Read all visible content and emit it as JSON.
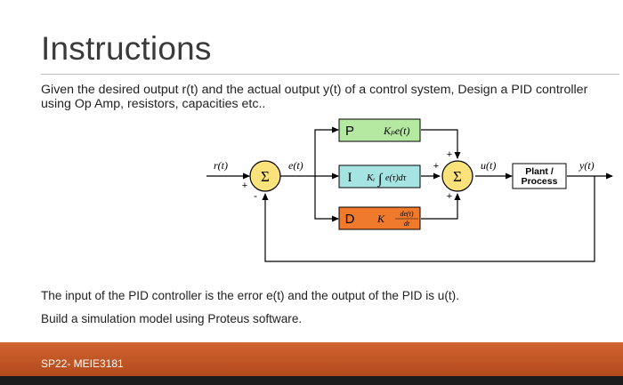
{
  "slide": {
    "title": "Instructions",
    "description": "Given the desired output r(t) and the actual output y(t) of a control system, Design a PID controller using Op Amp, resistors, capacities etc..",
    "line1": "The input of the PID controller is the error e(t) and the output of the PID is u(t).",
    "line2": "Build a simulation model using Proteus software.",
    "footer": "SP22- MEIE3181"
  },
  "diagram": {
    "r_label": "r(t)",
    "e_label": "e(t)",
    "u_label": "u(t)",
    "y_label": "y(t)",
    "sum_symbol": "Σ",
    "plus": "+",
    "minus": "-",
    "p_letter": "P",
    "i_letter": "I",
    "d_letter": "D",
    "p_formula": "Kₚe(t)",
    "i_k": "Kᵢ",
    "i_integral": "∫",
    "i_body": "e(τ)dτ",
    "d_k": "K",
    "d_num": "de(t)",
    "d_den": "dt",
    "plant_line1": "Plant /",
    "plant_line2": "Process",
    "colors": {
      "p_box": "#b5e8a0",
      "i_box": "#a6e3e3",
      "d_box": "#f07a2c",
      "sum_fill": "#fbe27a"
    }
  }
}
